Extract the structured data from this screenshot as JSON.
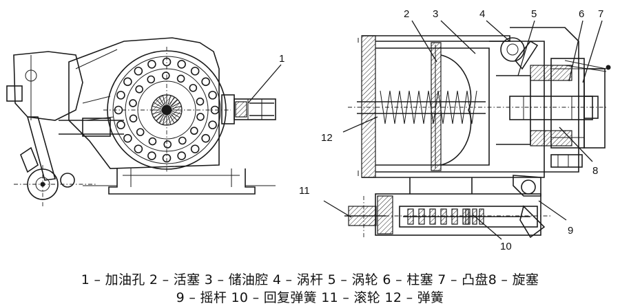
{
  "callouts": {
    "c1": "1",
    "c2": "2",
    "c3": "3",
    "c4": "4",
    "c5": "5",
    "c6": "6",
    "c7": "7",
    "c8": "8",
    "c9": "9",
    "c10": "10",
    "c11": "11",
    "c12": "12"
  },
  "legend": {
    "line1": "1 – 加油孔 2 – 活塞 3 – 储油腔 4 – 涡杆 5 – 涡轮 6 – 柱塞 7 – 凸盘8 – 旋塞",
    "line2": "9 – 摇杆 10 – 回复弹簧 11 – 滚轮 12 – 弹簧"
  }
}
